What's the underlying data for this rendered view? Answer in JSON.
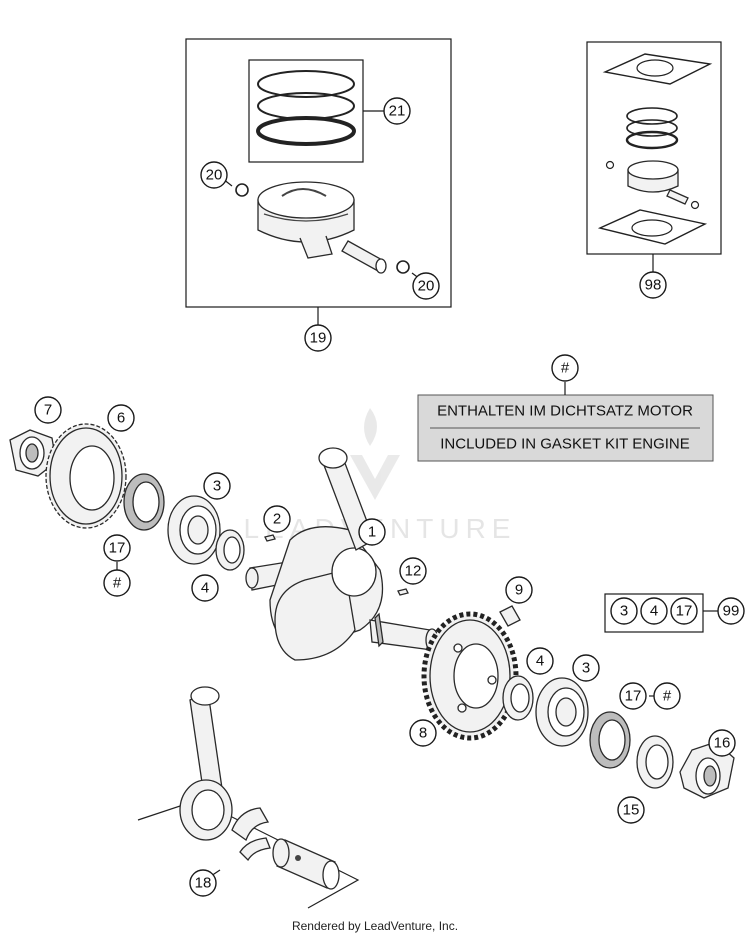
{
  "callouts": {
    "c1": "1",
    "c2": "2",
    "c3a": "3",
    "c3b": "3",
    "c4a": "4",
    "c4b": "4",
    "c6": "6",
    "c7": "7",
    "c8": "8",
    "c9": "9",
    "c12": "12",
    "c15": "15",
    "c16": "16",
    "c17a": "17",
    "c17b": "17",
    "c18": "18",
    "c19": "19",
    "c20a": "20",
    "c20b": "20",
    "c21": "21",
    "c98": "98",
    "c99": "99",
    "hash_note": "#",
    "hash_a": "#",
    "hash_b": "#"
  },
  "kit99": {
    "items": [
      "3",
      "4",
      "17"
    ]
  },
  "note": {
    "line1": "ENTHALTEN IM DICHTSATZ MOTOR",
    "line2": "INCLUDED IN GASKET KIT ENGINE",
    "fill": "#d9d9d9"
  },
  "watermark": "LEADVENTURE",
  "footer": "Rendered by LeadVenture, Inc."
}
